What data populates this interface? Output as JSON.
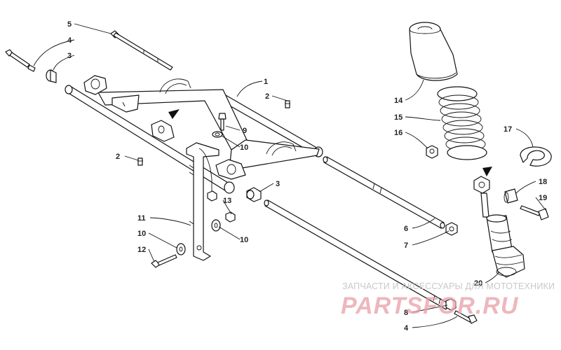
{
  "diagram": {
    "callouts": {
      "n1": "1",
      "n2a": "2",
      "n2b": "2",
      "n3a": "3",
      "n3b": "3",
      "n4a": "4",
      "n4b": "4",
      "n5": "5",
      "n6": "6",
      "n7": "7",
      "n8": "8",
      "n9": "9",
      "n10a": "10",
      "n10b": "10",
      "n10c": "10",
      "n11": "11",
      "n12": "12",
      "n13": "13",
      "n14": "14",
      "n15": "15",
      "n16": "16",
      "n17": "17",
      "n18": "18",
      "n19": "19",
      "n20": "20"
    }
  },
  "watermark": {
    "subtitle": "ЗАПЧАСТИ И АКСЕССУАРЫ ДЛЯ МОТОТЕХНИКИ",
    "logo_text": "PARTSFOR.RU",
    "logo_color": "#e8a0a8"
  }
}
